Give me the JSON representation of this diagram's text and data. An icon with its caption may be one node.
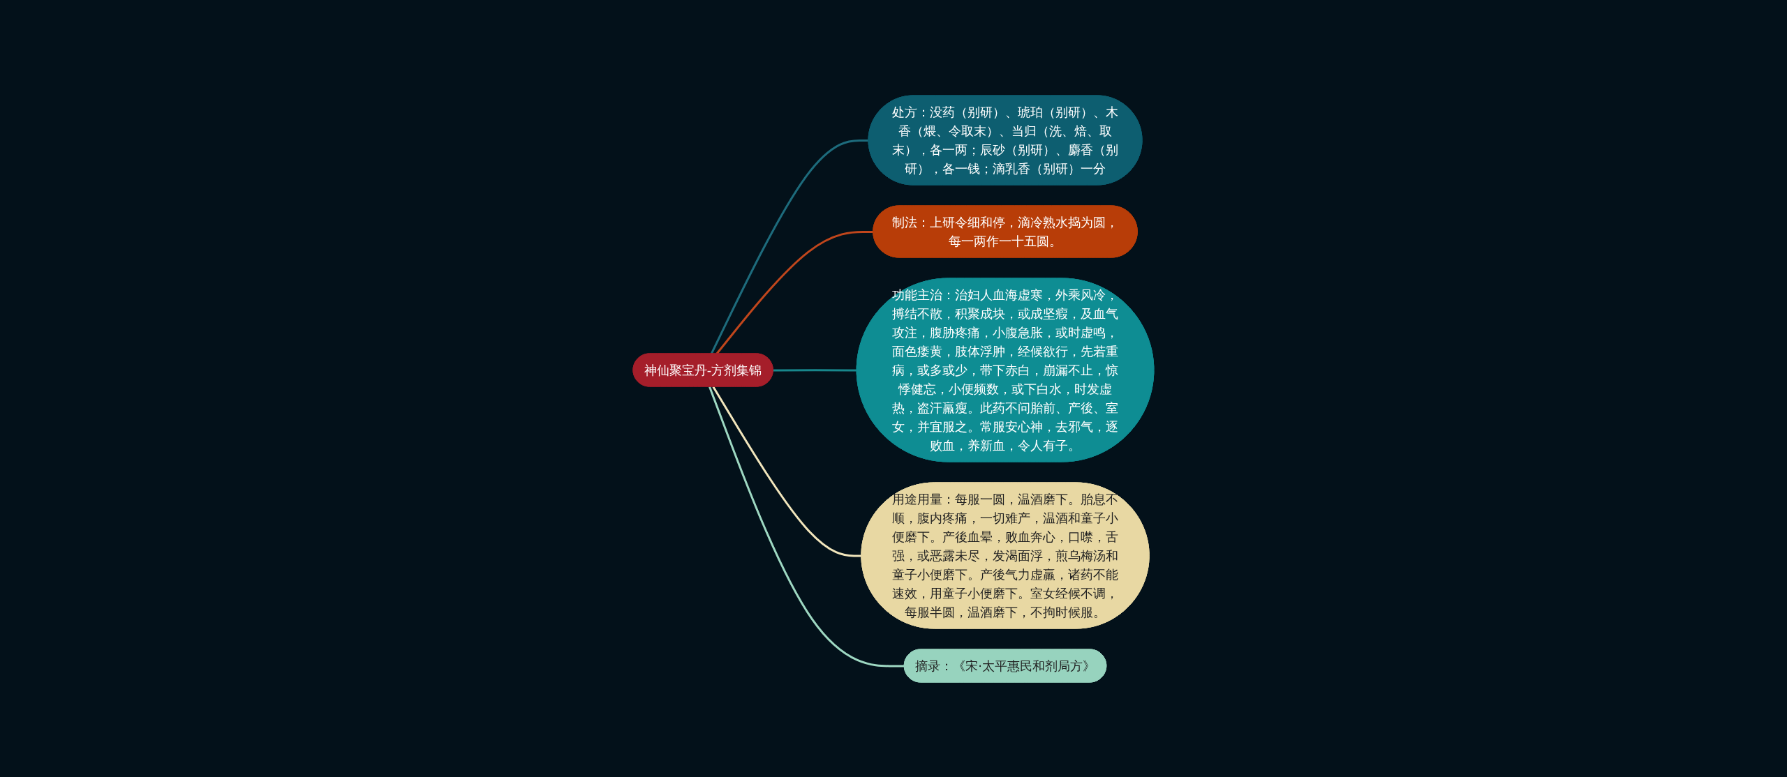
{
  "diagram": {
    "nodes": [
      {
        "text": [
          "神仙聚宝丹-方剂集锦"
        ]
      },
      {
        "text": [
          "处方：没药（别研）、琥珀（别研）、木香（煨、令取末）、当归（洗、焙、取末），各一两；辰砂（别研）、麝香（别研），各一钱；滴乳香（别研）一分"
        ]
      },
      {
        "text": [
          "制法：上研令细和停，滴冷熟水捣为圆，每一两作一十五圆。"
        ]
      },
      {
        "text": [
          "功能主治：治妇人血海虚寒，外乘风冷，搏结不散，积聚成块，或成坚瘕，及血气攻注，腹胁疼痛，小腹急胀，或时虚鸣，面色痿黄，肢体浮肿，经候欲行，先若重病，或多或少，带下赤白，崩漏不止，惊悸健忘，小便频数，或下白水，时发虚热，盗汗羸瘦。此药不问胎前、产後、室女，并宜服之。常服安心神，去邪气，逐败血，养新血，令人有子。"
        ]
      },
      {
        "text": [
          "用途用量：每服一圆，温酒磨下。胎息不顺，腹内疼痛，一切难产，温酒和童子小便磨下。产後血晕，败血奔心，口噤，舌强，或恶露未尽，发渴面浮，煎乌梅汤和童子小便磨下。产後气力虚羸，诸药不能速效，用童子小便磨下。室女经候不调，每服半圆，温酒磨下，不拘时候服。"
        ]
      },
      {
        "text": [
          "摘录：《宋·太平惠民和剂局方》"
        ]
      }
    ],
    "edges": [
      {
        "from": 0,
        "to": 1,
        "arrow": "none",
        "color": "#1d6b7c"
      },
      {
        "from": 0,
        "to": 2,
        "arrow": "none",
        "color": "#c0461c"
      },
      {
        "from": 0,
        "to": 3,
        "arrow": "none",
        "color": "#18878c"
      },
      {
        "from": 0,
        "to": 4,
        "arrow": "none",
        "color": "#f2e6bc"
      },
      {
        "from": 0,
        "to": 5,
        "arrow": "none",
        "color": "#9ed8c2"
      }
    ]
  }
}
